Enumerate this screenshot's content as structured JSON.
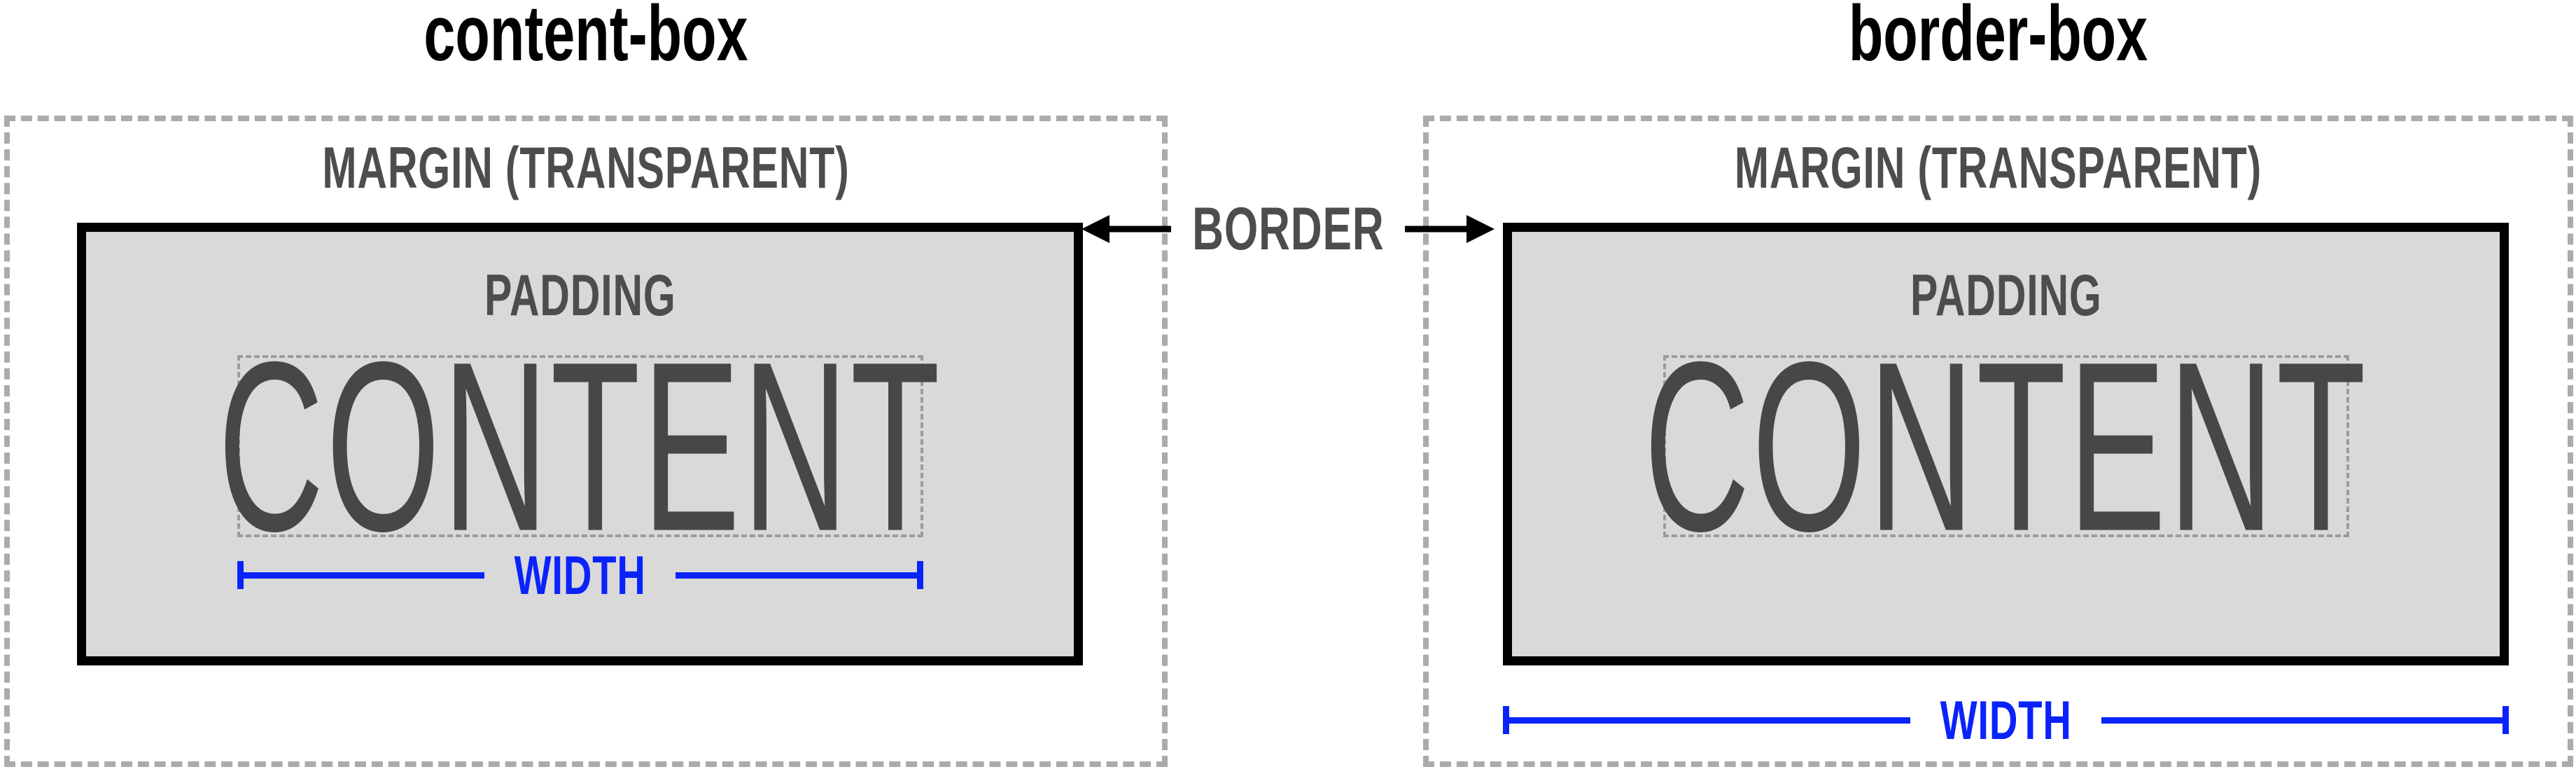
{
  "diagrams": [
    {
      "title": "content-box",
      "margin_label": "MARGIN (TRANSPARENT)",
      "padding_label": "PADDING",
      "content_label": "CONTENT",
      "width_label": "WIDTH",
      "width_spans": "content"
    },
    {
      "title": "border-box",
      "margin_label": "MARGIN (TRANSPARENT)",
      "padding_label": "PADDING",
      "content_label": "CONTENT",
      "width_label": "WIDTH",
      "width_spans": "border"
    }
  ],
  "callout": {
    "label": "BORDER"
  },
  "colors": {
    "background": "#ffffff",
    "title_text": "#000000",
    "label_gray": "#4d4d4d",
    "content_text": "#474747",
    "padding_fill": "#d9d9d9",
    "border_black": "#000000",
    "margin_dash_gray": "#ababab",
    "content_dash_gray": "#9c9c9c",
    "accent_blue": "#0a23fa"
  }
}
